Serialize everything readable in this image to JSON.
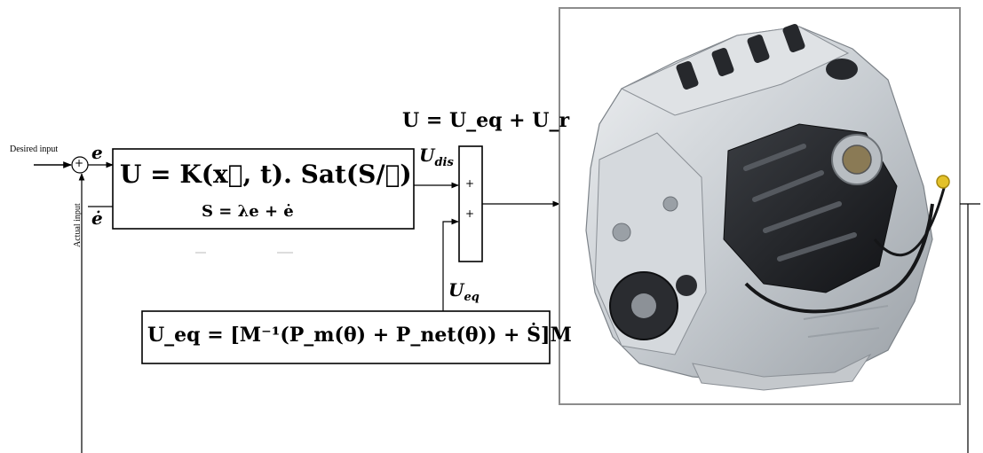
{
  "labels": {
    "desired_input": "Desired input",
    "actual_input": "Actual input",
    "e": "e",
    "e_dot": "ė",
    "u_dis": "U",
    "u_dis_sub": "dis",
    "u_eq_label": "U",
    "u_eq_label_sub": "eq",
    "sum_plus": "+",
    "summer_plus_1": "+",
    "summer_plus_2": "+"
  },
  "equations": {
    "top": "U = U_eq + U_r",
    "controller_main": "U = K(x⃗, t). Sat(S/∅)",
    "controller_sub": "S = λe + ė",
    "equivalent": "U_eq = [M⁻¹(P_m(θ) + P_net(θ)) + Ṡ]M"
  },
  "colors": {
    "line": "#000000",
    "image_frame": "#8c8c8c",
    "engine_metal": "#c9cdd1",
    "engine_dark": "#1e2024"
  },
  "icons": {
    "engine": "engine-photo-icon",
    "summing_junction": "summing-junction-icon"
  }
}
